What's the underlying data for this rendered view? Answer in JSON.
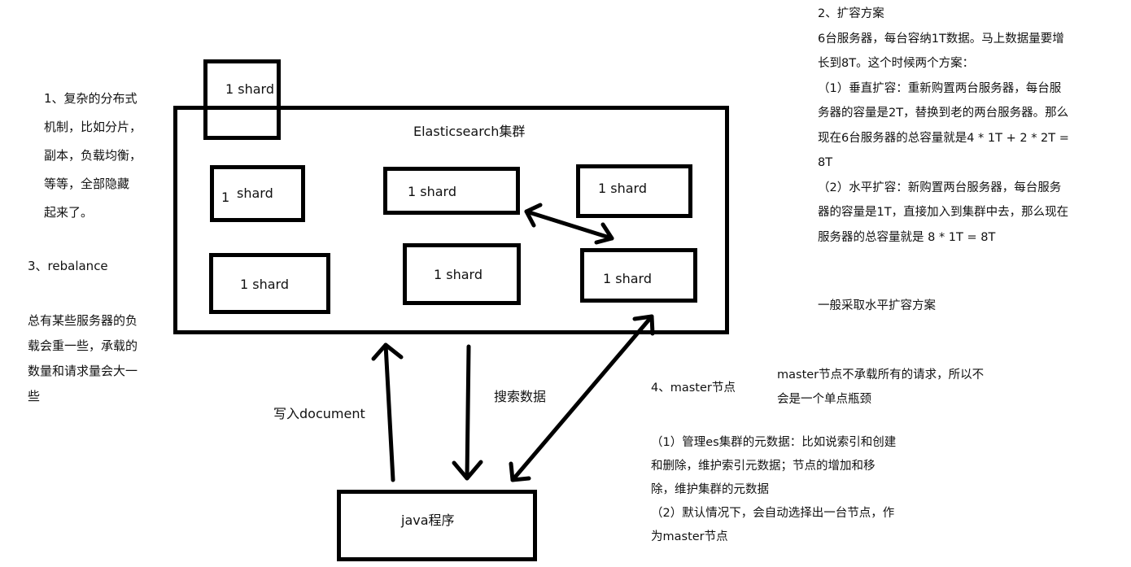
{
  "cluster": {
    "title": "Elasticsearch集群",
    "shard_label": "1 shard",
    "shard_partial_label": "shard"
  },
  "client": {
    "label": "java程序"
  },
  "flows": {
    "write_label": "写入document",
    "search_label": "搜索数据"
  },
  "note_1": {
    "lines": [
      "1、复杂的分布式",
      "机制，比如分片，",
      "副本，负载均衡，",
      "等等，全部隐藏",
      "起来了。"
    ]
  },
  "note_3": {
    "heading": "3、rebalance",
    "lines": [
      "总有某些服务器的负",
      "载会重一些，承载的",
      "数量和请求量会大一",
      "些"
    ]
  },
  "note_2": {
    "lines": [
      "2、扩容方案",
      "6台服务器，每台容纳1T数据。马上数据量要增",
      "长到8T。这个时候两个方案：",
      "（1）垂直扩容：重新购置两台服务器，每台服",
      "务器的容量是2T，替换到老的两台服务器。那么",
      "现在6台服务器的总容量就是4 * 1T + 2 * 2T =",
      "8T",
      "（2）水平扩容：新购置两台服务器，每台服务",
      "器的容量是1T，直接加入到集群中去，那么现在",
      "服务器的总容量就是 8 * 1T = 8T"
    ],
    "conclusion": "一般采取水平扩容方案"
  },
  "note_4": {
    "heading": "4、master节点",
    "summary_lines": [
      "master节点不承载所有的请求，所以不",
      "会是一个单点瓶颈"
    ],
    "detail_lines": [
      "（1）管理es集群的元数据：比如说索引和创建",
      "和删除，维护索引元数据；节点的增加和移",
      "除，维护集群的元数据",
      "（2）默认情况下，会自动选择出一台节点，作",
      "为master节点"
    ]
  }
}
